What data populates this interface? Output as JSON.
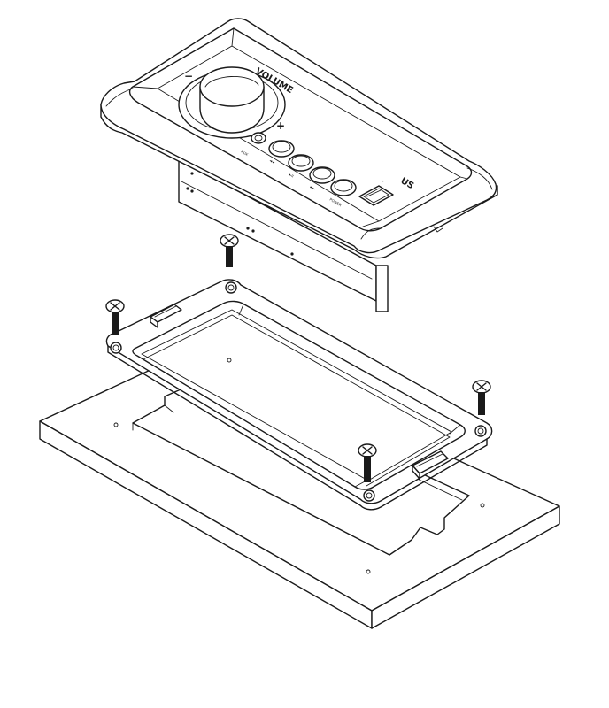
{
  "control_panel": {
    "volume_label": "VOLUME",
    "minus_label": "−",
    "plus_label": "+",
    "usb_label": "US",
    "button_labels": [
      "AUX",
      "◄◄",
      "►II",
      "►►",
      "POWER"
    ]
  }
}
